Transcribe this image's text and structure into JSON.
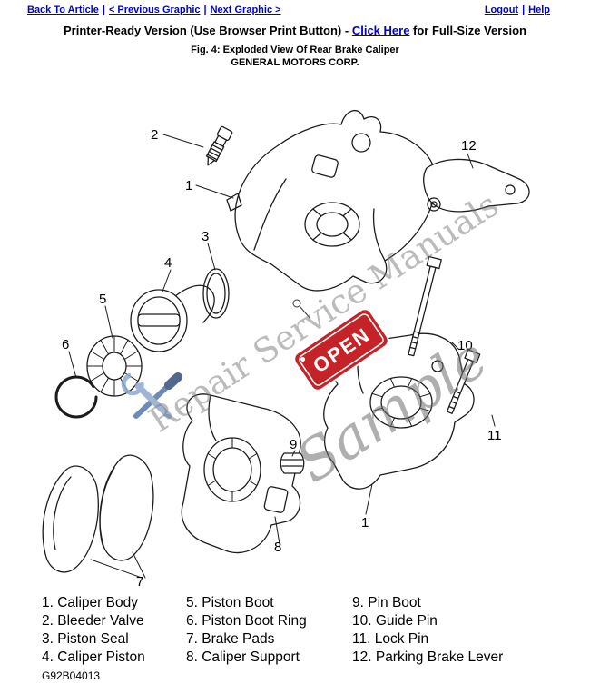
{
  "nav": {
    "back_to_article": "Back To Article",
    "previous_graphic": "< Previous Graphic",
    "next_graphic": "Next Graphic >",
    "logout": "Logout",
    "help": "Help",
    "separator": "|"
  },
  "header": {
    "printer_ready_prefix": "Printer-Ready Version (Use Browser Print Button) - ",
    "click_here_label": "Click Here",
    "full_size_suffix": " for Full-Size Version",
    "figure_caption": "Fig. 4: Exploded View Of Rear Brake Caliper",
    "company_name": "GENERAL MOTORS CORP."
  },
  "diagram": {
    "watermark_text": "Repair Service Manuals",
    "watermark_sample": "Sample",
    "open_badge_text": "OPEN",
    "callout_labels": [
      "2",
      "1",
      "12",
      "3",
      "4",
      "5",
      "6",
      "7",
      "9",
      "8",
      "10",
      "11",
      "1"
    ]
  },
  "legend": {
    "col1": [
      "1. Caliper Body",
      "2. Bleeder Valve",
      "3. Piston Seal",
      "4. Caliper Piston"
    ],
    "col2": [
      "5. Piston Boot",
      "6. Piston Boot Ring",
      "7. Brake Pads",
      "8. Caliper Support"
    ],
    "col3": [
      "9. Pin Boot",
      "10. Guide Pin",
      "11. Lock Pin",
      "12. Parking Brake Lever"
    ]
  },
  "footer": {
    "figure_id": "G92B04013"
  },
  "colors": {
    "link_blue": "#0000cc",
    "open_red": "#c42327",
    "watermark_gray": "#8a8a8a",
    "tool_blue": "#6f8fbc"
  }
}
